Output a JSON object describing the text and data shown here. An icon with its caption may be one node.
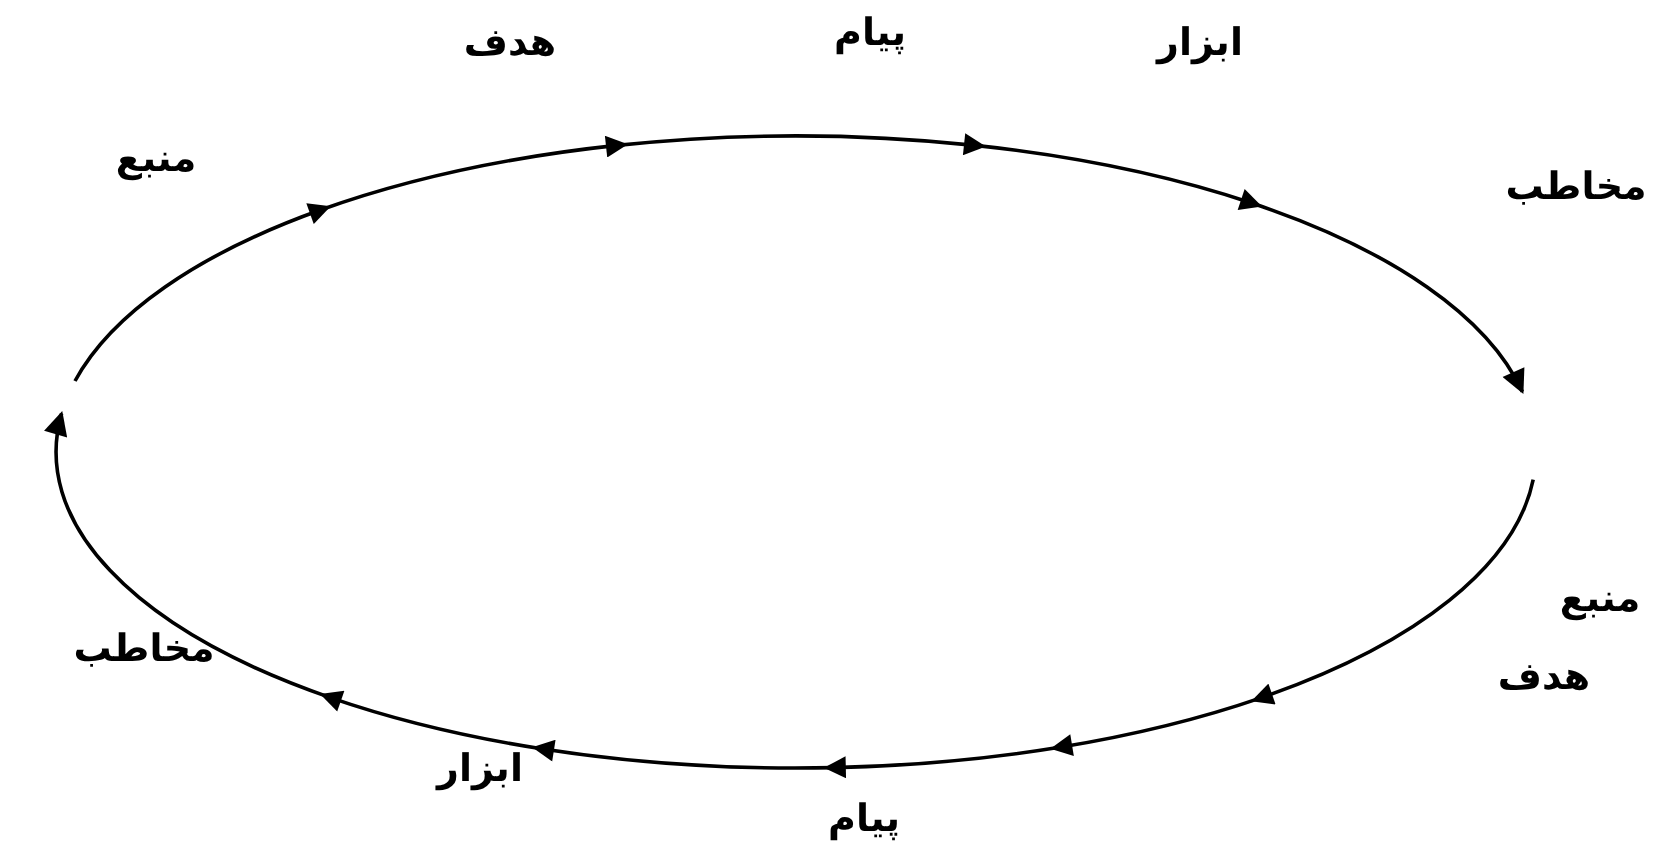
{
  "diagram": {
    "labels": [
      "منبع",
      "هدف",
      "پیام",
      "ابزار",
      "مخاطب",
      "منبع",
      "هدف",
      "پیام",
      "ابزار",
      "مخاطب"
    ]
  }
}
